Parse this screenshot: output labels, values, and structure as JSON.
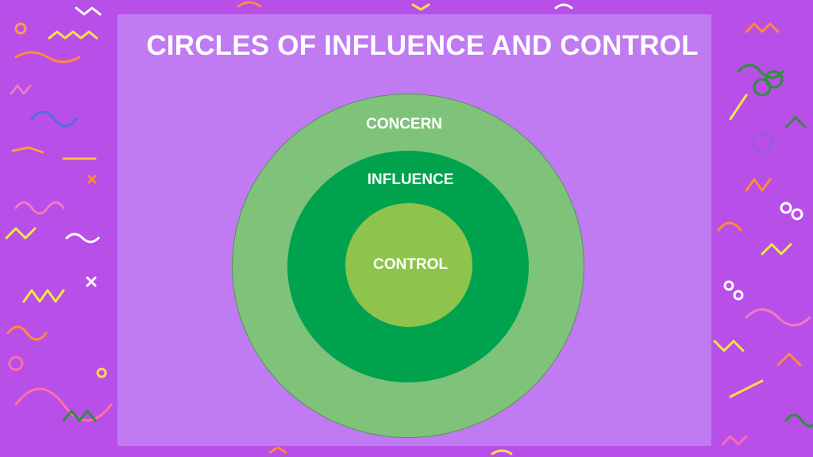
{
  "title": "CIRCLES OF INFLUENCE AND CONTROL",
  "colors": {
    "background": "#b84fe8",
    "panel": "#c07af2",
    "concern": "#7fc37a",
    "influence": "#00a24e",
    "control": "#8ec44c",
    "label": "#ffffff"
  },
  "circles": {
    "concern": {
      "label": "CONCERN"
    },
    "influence": {
      "label": "INFLUENCE"
    },
    "control": {
      "label": "CONTROL"
    }
  }
}
